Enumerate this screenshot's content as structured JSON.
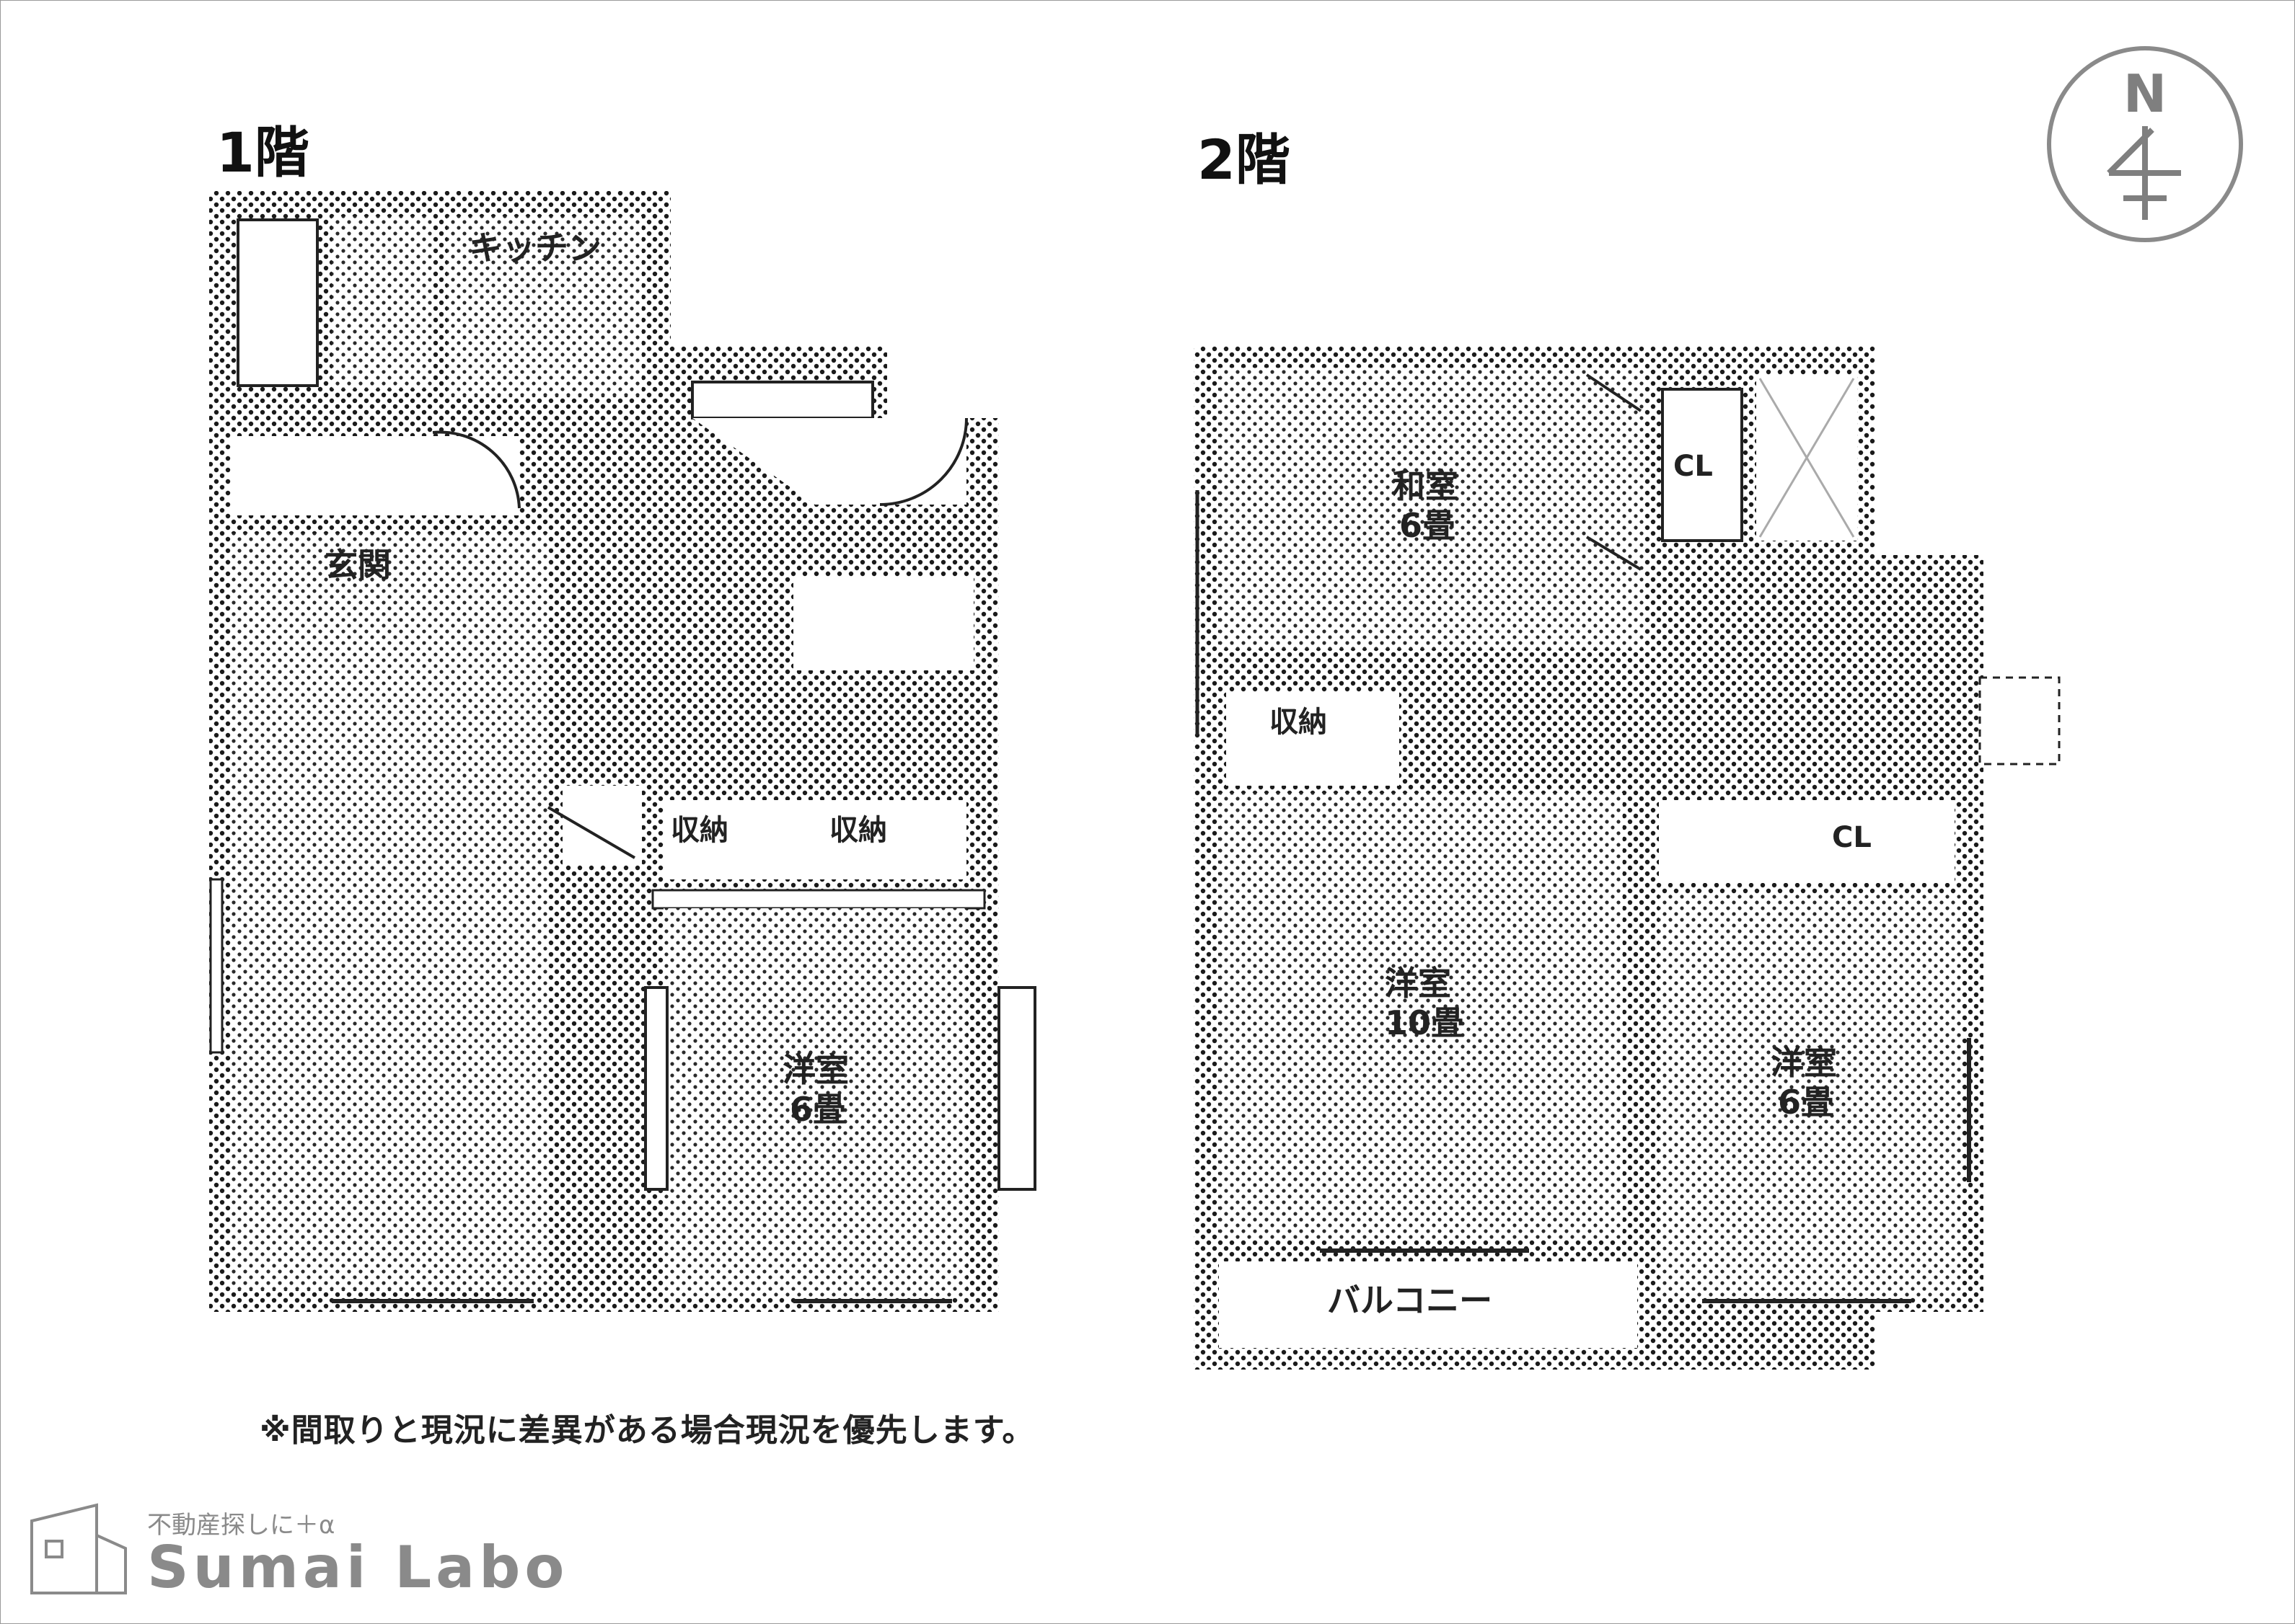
{
  "floors": [
    {
      "title": "1階",
      "rooms": [
        {
          "name": "キッチン",
          "size": ""
        },
        {
          "name": "玄関",
          "size": ""
        },
        {
          "name": "洋室",
          "size": "6畳"
        },
        {
          "name": "収納",
          "size": ""
        },
        {
          "name": "収納",
          "size": ""
        }
      ]
    },
    {
      "title": "2階",
      "rooms": [
        {
          "name": "和室",
          "size": "6畳"
        },
        {
          "name": "CL",
          "size": ""
        },
        {
          "name": "収納",
          "size": ""
        },
        {
          "name": "洋室",
          "size": "10畳"
        },
        {
          "name": "洋室",
          "size": "6畳"
        },
        {
          "name": "CL",
          "size": ""
        },
        {
          "name": "バルコニー",
          "size": ""
        }
      ]
    }
  ],
  "compass": {
    "label": "N"
  },
  "note": "※間取りと現況に差異がある場合現況を優先します。",
  "brand": {
    "tagline": "不動産探しに＋α",
    "name": "Sumai Labo"
  },
  "colors": {
    "hatch": "#1a1a1a",
    "brand_gray": "#8a8a8a"
  }
}
